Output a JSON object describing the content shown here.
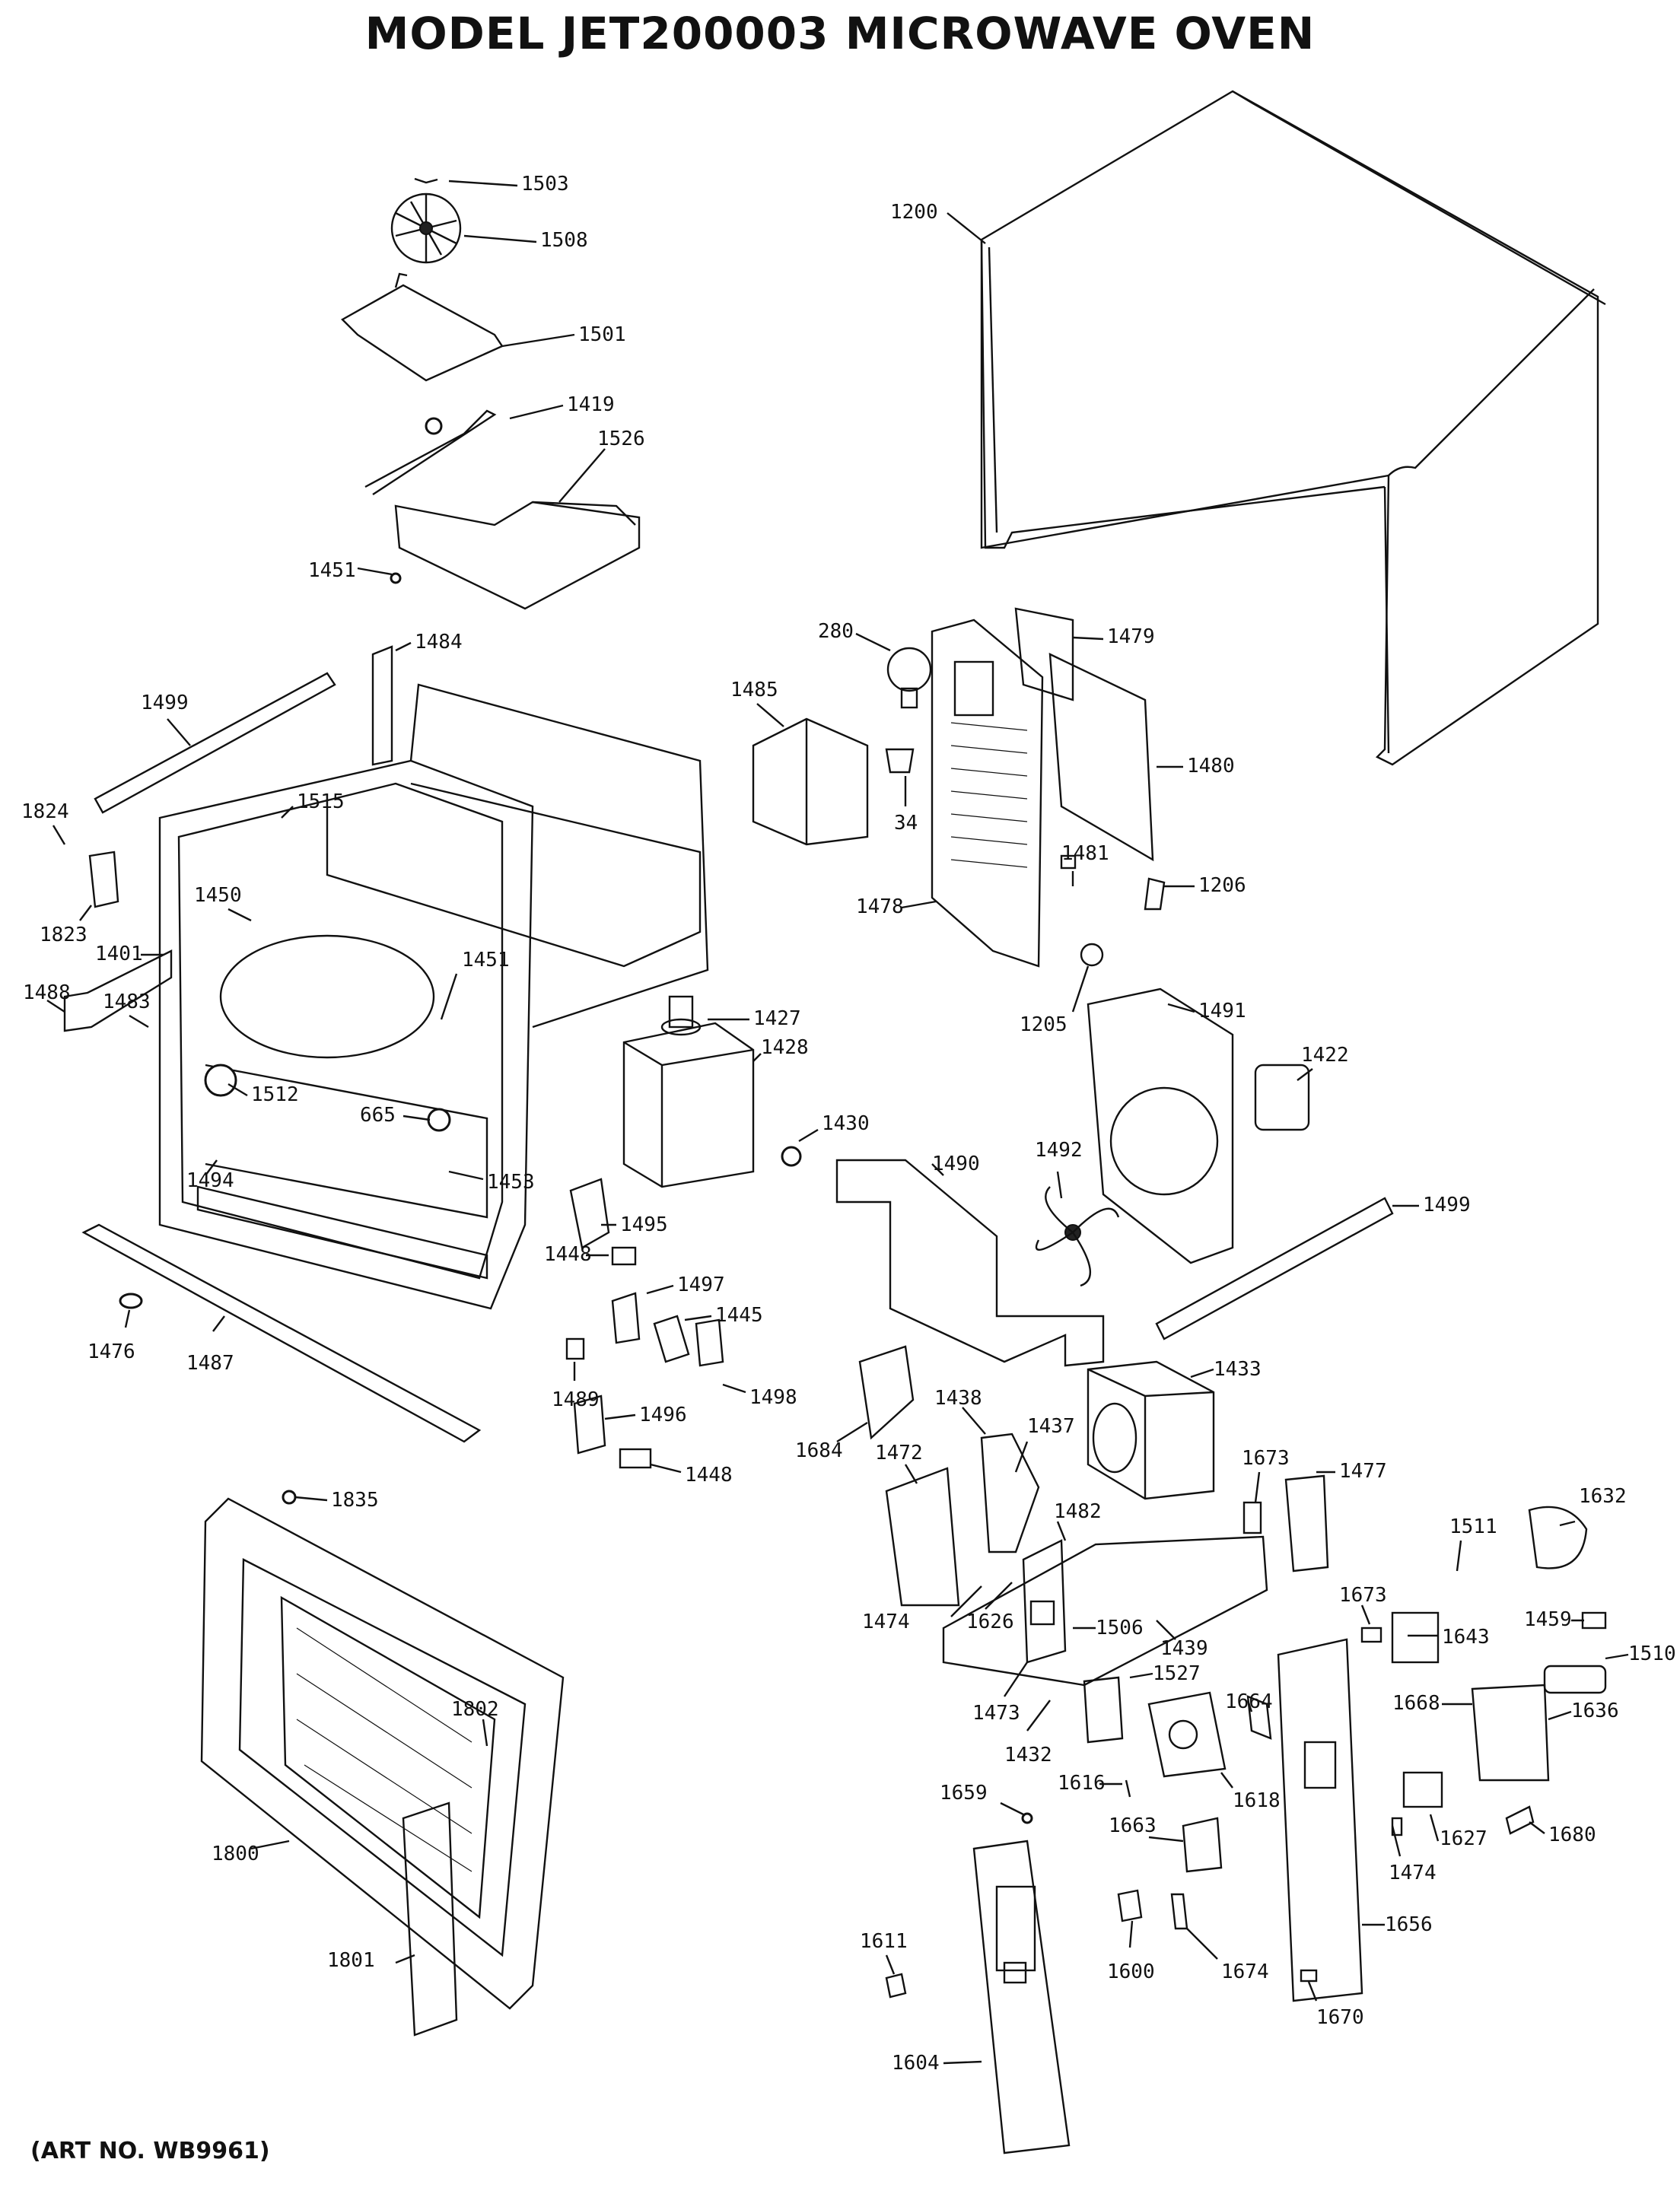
{
  "title": "MODEL JET200003  MICROWAVE OVEN",
  "art_number": "(ART NO. WB9961)",
  "labels": {
    "p1503": "1503",
    "p1508": "1508",
    "p1501": "1501",
    "p1419": "1419",
    "p1526": "1526",
    "p1451a": "1451",
    "p1200": "1200",
    "p1484": "1484",
    "p1499a": "1499",
    "p280": "280",
    "p1479": "1479",
    "p1485": "1485",
    "p1480": "1480",
    "p34": "34",
    "p1824": "1824",
    "p1515": "1515",
    "p1823": "1823",
    "p1450": "1450",
    "p1401": "1401",
    "p1451b": "1451",
    "p1481": "1481",
    "p1206": "1206",
    "p1478": "1478",
    "p1488": "1488",
    "p1483": "1483",
    "p1205": "1205",
    "p1427": "1427",
    "p1491": "1491",
    "p1512": "1512",
    "p1422": "1422",
    "p1428": "1428",
    "p665": "665",
    "p1430": "1430",
    "p1494": "1494",
    "p1453": "1453",
    "p1490": "1490",
    "p1492": "1492",
    "p1499b": "1499",
    "p1495": "1495",
    "p1448a": "1448",
    "p1497": "1497",
    "p1445": "1445",
    "p1476": "1476",
    "p1487": "1487",
    "p1489": "1489",
    "p1498": "1498",
    "p1433": "1433",
    "p1684": "1684",
    "p1496": "1496",
    "p1438": "1438",
    "p1437": "1437",
    "p1448b": "1448",
    "p1472": "1472",
    "p1673a": "1673",
    "p1477": "1477",
    "p1835": "1835",
    "p1632": "1632",
    "p1482": "1482",
    "p1511": "1511",
    "p1474a": "1474",
    "p1626": "1626",
    "p1506": "1506",
    "p1439": "1439",
    "p1673b": "1673",
    "p1459": "1459",
    "p1643": "1643",
    "p1527": "1527",
    "p1510": "1510",
    "p1473": "1473",
    "p1664": "1664",
    "p1802": "1802",
    "p1668": "1668",
    "p1636": "1636",
    "p1432": "1432",
    "p1616": "1616",
    "p1618": "1618",
    "p1659": "1659",
    "p1800": "1800",
    "p1627": "1627",
    "p1680": "1680",
    "p1663": "1663",
    "p1474b": "1474",
    "p1611": "1611",
    "p1600": "1600",
    "p1656": "1656",
    "p1801": "1801",
    "p1674": "1674",
    "p1670": "1670",
    "p1604": "1604"
  }
}
